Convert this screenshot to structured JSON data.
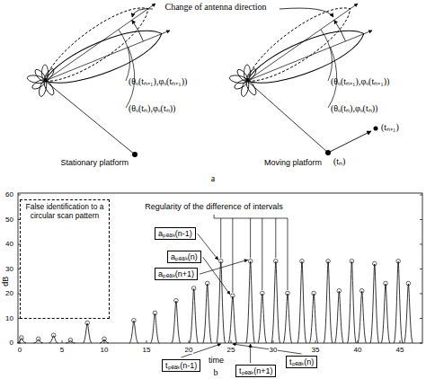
{
  "diagram": {
    "nodes": [
      {
        "text": [
          "False identification to a circular scan pattern"
        ]
      },
      {
        "text": [
          "aₚₑₐₖ(n-1)"
        ]
      },
      {
        "text": [
          "aₚₑₐₖ(n)"
        ]
      },
      {
        "text": [
          "aₚₑₐₖ(n+1)"
        ]
      },
      {
        "text": [
          "tₚₑₐₖ(n-1)"
        ]
      },
      {
        "text": [
          "tₚₑₐₖ(n)"
        ]
      },
      {
        "text": [
          "tₚₑₐₖ(n+1)"
        ]
      }
    ],
    "labels": [
      "Change of antenna direction",
      "(θₒ(tₙ₊₁),φₒ(tₙ₊₁))",
      "(θₒ(tₙ),φₒ(tₙ))",
      "Stationary platform",
      "(θₒ(tₙ₊₁),φₒ(tₙ₊₁))",
      "(θₒ(tₙ),φₒ(tₙ))",
      "(tₙ₊₁)",
      "(tₙ)",
      "Moving platform",
      "a",
      "Regularity of the difference of intervals",
      "dB",
      "60",
      "50",
      "40",
      "30",
      "20",
      "10",
      "0",
      "0",
      "5",
      "10",
      "15",
      "20",
      "25",
      "30",
      "35",
      "40",
      "45",
      "time",
      "b"
    ]
  }
}
